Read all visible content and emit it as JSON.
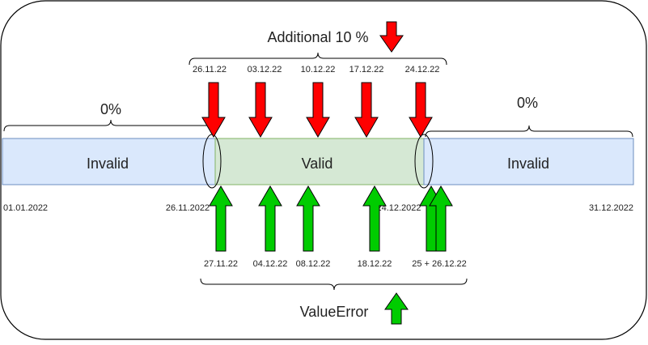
{
  "colors": {
    "frame": "#000000",
    "invalid_fill": "#dae8fc",
    "invalid_stroke": "#6c8ebf",
    "valid_fill": "#d5e8d4",
    "valid_stroke": "#82b366",
    "red_arrow": "#ff0000",
    "green_arrow": "#00cc00",
    "text": "#222222"
  },
  "top_group": {
    "label": "Additional 10 %",
    "arrow_color": "red",
    "dates": [
      "26.11.22",
      "03.12.22",
      "10.12.22",
      "17.12.22",
      "24.12.22"
    ]
  },
  "bottom_group": {
    "label": "ValueError",
    "arrow_color": "green",
    "dates": [
      "27.11.22",
      "04.12.22",
      "08.12.22",
      "18.12.22",
      "25 + 26.12.22"
    ]
  },
  "segments": {
    "left": {
      "label": "Invalid",
      "percent": "0%"
    },
    "middle": {
      "label": "Valid"
    },
    "right": {
      "label": "Invalid",
      "percent": "0%"
    }
  },
  "axis_labels": {
    "start": "01.01.2022",
    "valid_start": "26.11.2022",
    "valid_end": "24.12.2022",
    "end": "31.12.2022"
  }
}
